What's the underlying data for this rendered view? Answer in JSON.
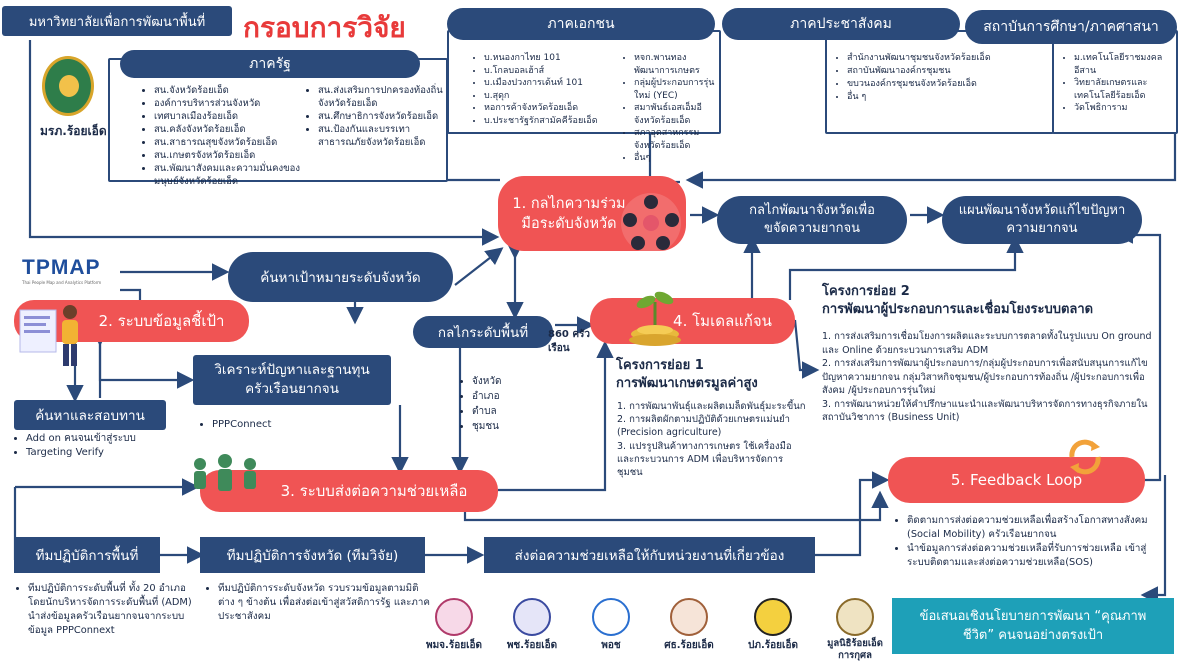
{
  "title": "กรอบการวิจัย",
  "university": {
    "name": "มหาวิทยาลัยเพื่อการพัฒนาพื้นที่",
    "logo_label": "มรภ.ร้อยเอ็ด"
  },
  "gov": {
    "header": "ภาครัฐ",
    "col1": [
      "สน.จังหวัดร้อยเอ็ด",
      "องค์การบริหารส่วนจังหวัด",
      "เทศบาลเมืองร้อยเอ็ด",
      "สน.คลังจังหวัดร้อยเอ็ด",
      "สน.สาธารณสุขจังหวัดร้อยเอ็ด",
      "สน.เกษตรจังหวัดร้อยเอ็ด",
      "สน.พัฒนาสังคมและความมั่นคงของมนุษย์จังหวัดร้อยเอ็ด"
    ],
    "col2": [
      "สน.ส่งเสริมการปกครองท้องถิ่นจังหวัดร้อยเอ็ด",
      "สน.ศึกษาธิการจังหวัดร้อยเอ็ด",
      "สน.ป้องกันและบรรเทาสาธารณภัยจังหวัดร้อยเอ็ด"
    ]
  },
  "private": {
    "header": "ภาคเอกชน",
    "col1": [
      "บ.หนองกาไทย 101",
      "บ.โกลบอลเฮ้าส์",
      "บ.เมืองปวงการเด้นท์ 101",
      "บ.สุดุก",
      "หอการค้าจังหวัดร้อยเอ็ด",
      "บ.ประชารัฐรักสามัคคีร้อยเอ็ด"
    ],
    "col2": [
      "หจก.พานทองพัฒนาการเกษตร",
      "กลุ่มผู้ประกอบการรุ่นใหม่ (YEC)",
      "สมาพันธ์เอสเอ็มอีจังหวัดร้อยเอ็ด",
      "สภาอุตสาหกรรมจังหวัดร้อยเอ็ด",
      "อื่นๆ"
    ]
  },
  "civil": {
    "header": "ภาคประชาสังคม",
    "items": [
      "สำนักงานพัฒนาชุมชนจังหวัดร้อยเอ็ด",
      "สถาบันพัฒนาองค์กรชุมชน",
      "ขบวนองค์กรชุมชนจังหวัดร้อยเอ็ด",
      "อื่น ๆ"
    ]
  },
  "edu": {
    "header": "สถาบันการศึกษา/ภาคศาสนา",
    "items": [
      "ม.เทคโนโลยีราชมงคลอีสาน",
      "วิทยาลัยเกษตรและเทคโนโลยีร้อยเอ็ด",
      "วัดโพธิการาม"
    ]
  },
  "tpmap": {
    "logo": "TPMAP",
    "tagline": "Thai People Map and Analytics Platform"
  },
  "nodes": {
    "n1": "1. กลไกความร่วมมือระดับจังหวัด",
    "mech_poverty": "กลไกพัฒนาจังหวัดเพื่อขจัดความยากจน",
    "plan": "แผนพัฒนาจังหวัดแก้ไขปัญหาความยากจน",
    "search_target": "ค้นหาเป้าหมายระดับจังหวัด",
    "n2": "2. ระบบข้อมูลชี้เป้า",
    "area_mech": "กลไกระดับพื้นที่",
    "households": "860 ครัวเรือน",
    "n4": "4. โมเดลแก้จน",
    "analyze": "วิเคราะห์ปัญหาและฐานทุนครัวเรือนยากจน",
    "search_verify": "ค้นหาและสอบทาน",
    "n3": "3. ระบบส่งต่อความช่วยเหลือ",
    "n5": "5. Feedback Loop",
    "field_team": "ทีมปฏิบัติการพื้นที่",
    "prov_team": "ทีมปฏิบัติการจังหวัด (ทีมวิจัย)",
    "refer": "ส่งต่อความช่วยเหลือให้กับหน่วยงานที่เกี่ยวข้อง",
    "policy": "ข้อเสนอเชิงนโยบายการพัฒนา “คุณภาพชีวิต” คนจนอย่างตรงเป้า"
  },
  "area_levels": [
    "จังหวัด",
    "อำเภอ",
    "ตำบล",
    "ชุมชน"
  ],
  "ppp_connect": "PPPConnect",
  "search_bullets": [
    "Add on คนจนเข้าสู่ระบบ",
    "Targeting Verify"
  ],
  "sub1": {
    "title": "โครงการย่อย 1",
    "subtitle": "การพัฒนาเกษตรมูลค่าสูง",
    "items": [
      "1. การพัฒนาพันธุ์และผลิตเมล็ดพันธุ์มะระขี้นก",
      "2. การผลิตผักตามปฏิบัติด้วยเกษตรแม่นยำ (Precision agriculture)",
      "3. แปรรูปสินค้าทางการเกษตร ใช้เครื่องมือและกระบวนการ ADM เพื่อบริหารจัดการชุมชน"
    ]
  },
  "sub2": {
    "title": "โครงการย่อย 2",
    "subtitle": "การพัฒนาผู้ประกอบการและเชื่อมโยงระบบตลาด",
    "items": [
      "1. การส่งเสริมการเชื่อมโยงการผลิตและระบบการตลาดทั้งในรูปแบบ On ground และ Online ด้วยกระบวนการเสริม ADM",
      "2. การส่งเสริมการพัฒนาผู้ประกอบการ/กลุ่มผู้ประกอบการเพื่อสนับสนุนการแก้ไขปัญหาความยากจน กลุ่มวิสาหกิจชุมชน/ผู้ประกอบการท้องถิ่น /ผู้ประกอบการเพื่อสังคม /ผู้ประกอบการรุ่นใหม่",
      "3. การพัฒนาหน่วยให้คำปรึกษาแนะนำและพัฒนาบริหารจัดการทางธุรกิจภายในสถาบันวิชาการ (Business Unit)"
    ]
  },
  "feedback_bullets": [
    "ติดตามการส่งต่อความช่วยเหลือเพื่อสร้างโอกาสทางสังคม (Social Mobility) ครัวเรือนยากจน",
    "นำข้อมูลการส่งต่อความช่วยเหลือที่รับการช่วยเหลือ เข้าสู่ระบบติดตามและส่งต่อความช่วยเหลือ(SOS)"
  ],
  "field_bullets": [
    "ทีมปฏิบัติการระดับพื้นที่ ทั้ง 20 อำเภอ โดยนักบริหารจัดการระดับพื้นที่ (ADM) นำส่งข้อมูลครัวเรือนยากจนจากระบบข้อมูล PPPConnext"
  ],
  "prov_bullets": [
    "ทีมปฏิบัติการระดับจังหวัด รวบรวมข้อมูลตามมิติต่าง ๆ ข้างต้น เพื่อส่งต่อเข้าสู่สวัสดิการรัฐ และภาคประชาสังคม"
  ],
  "agencies": [
    "พมจ.ร้อยเอ็ด",
    "พช.ร้อยเอ็ด",
    "พอช",
    "ศธ.ร้อยเอ็ด",
    "ปภ.ร้อยเอ็ด",
    "มูลนิธิร้อยเอ็ดการกุศล"
  ],
  "colors": {
    "navy": "#2b4a7a",
    "red": "#f05454",
    "teal": "#1ea0b8",
    "title_red": "#e83a3a"
  }
}
